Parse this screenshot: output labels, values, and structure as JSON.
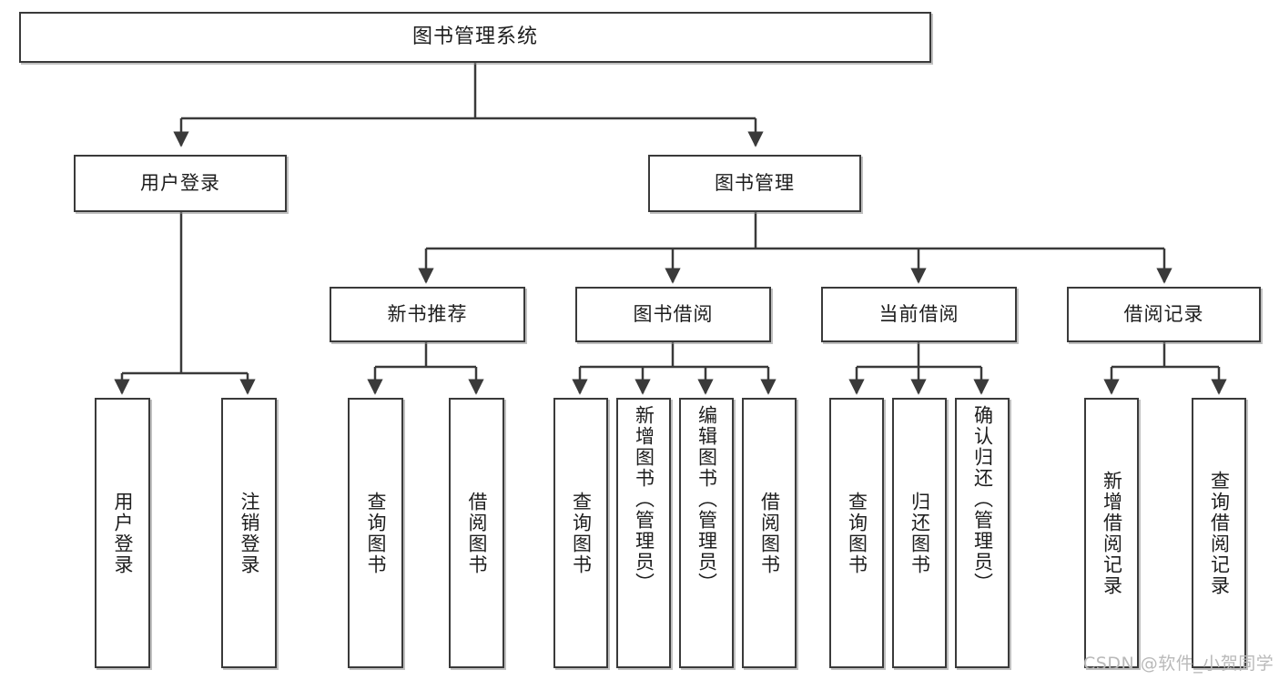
{
  "diagram": {
    "title": "图书管理系统",
    "type": "tree",
    "root": {
      "label": "图书管理系统"
    },
    "level2": [
      {
        "label": "用户登录"
      },
      {
        "label": "图书管理"
      }
    ],
    "level3": [
      {
        "label": "新书推荐"
      },
      {
        "label": "图书借阅"
      },
      {
        "label": "当前借阅"
      },
      {
        "label": "借阅记录"
      }
    ],
    "leaves": {
      "user_login": [
        {
          "label": "用户登录"
        },
        {
          "label": "注销登录"
        }
      ],
      "new_book_recommend": [
        {
          "label": "查询图书"
        },
        {
          "label": "借阅图书"
        }
      ],
      "book_borrow": [
        {
          "label": "查询图书"
        },
        {
          "label": "新增图书（管理员）"
        },
        {
          "label": "编辑图书（管理员）"
        },
        {
          "label": "借阅图书"
        }
      ],
      "current_borrow": [
        {
          "label": "查询图书"
        },
        {
          "label": "归还图书"
        },
        {
          "label": "确认归还（管理员）"
        }
      ],
      "borrow_record": [
        {
          "label": "新增借阅记录"
        },
        {
          "label": "查询借阅记录"
        }
      ]
    }
  },
  "watermark": {
    "text": "CSDN @软件_小贺同学"
  },
  "colors": {
    "stroke": "#3a3a3a",
    "text": "#1d1d1d",
    "background": "#ffffff",
    "watermark": "#b9b9b9"
  }
}
